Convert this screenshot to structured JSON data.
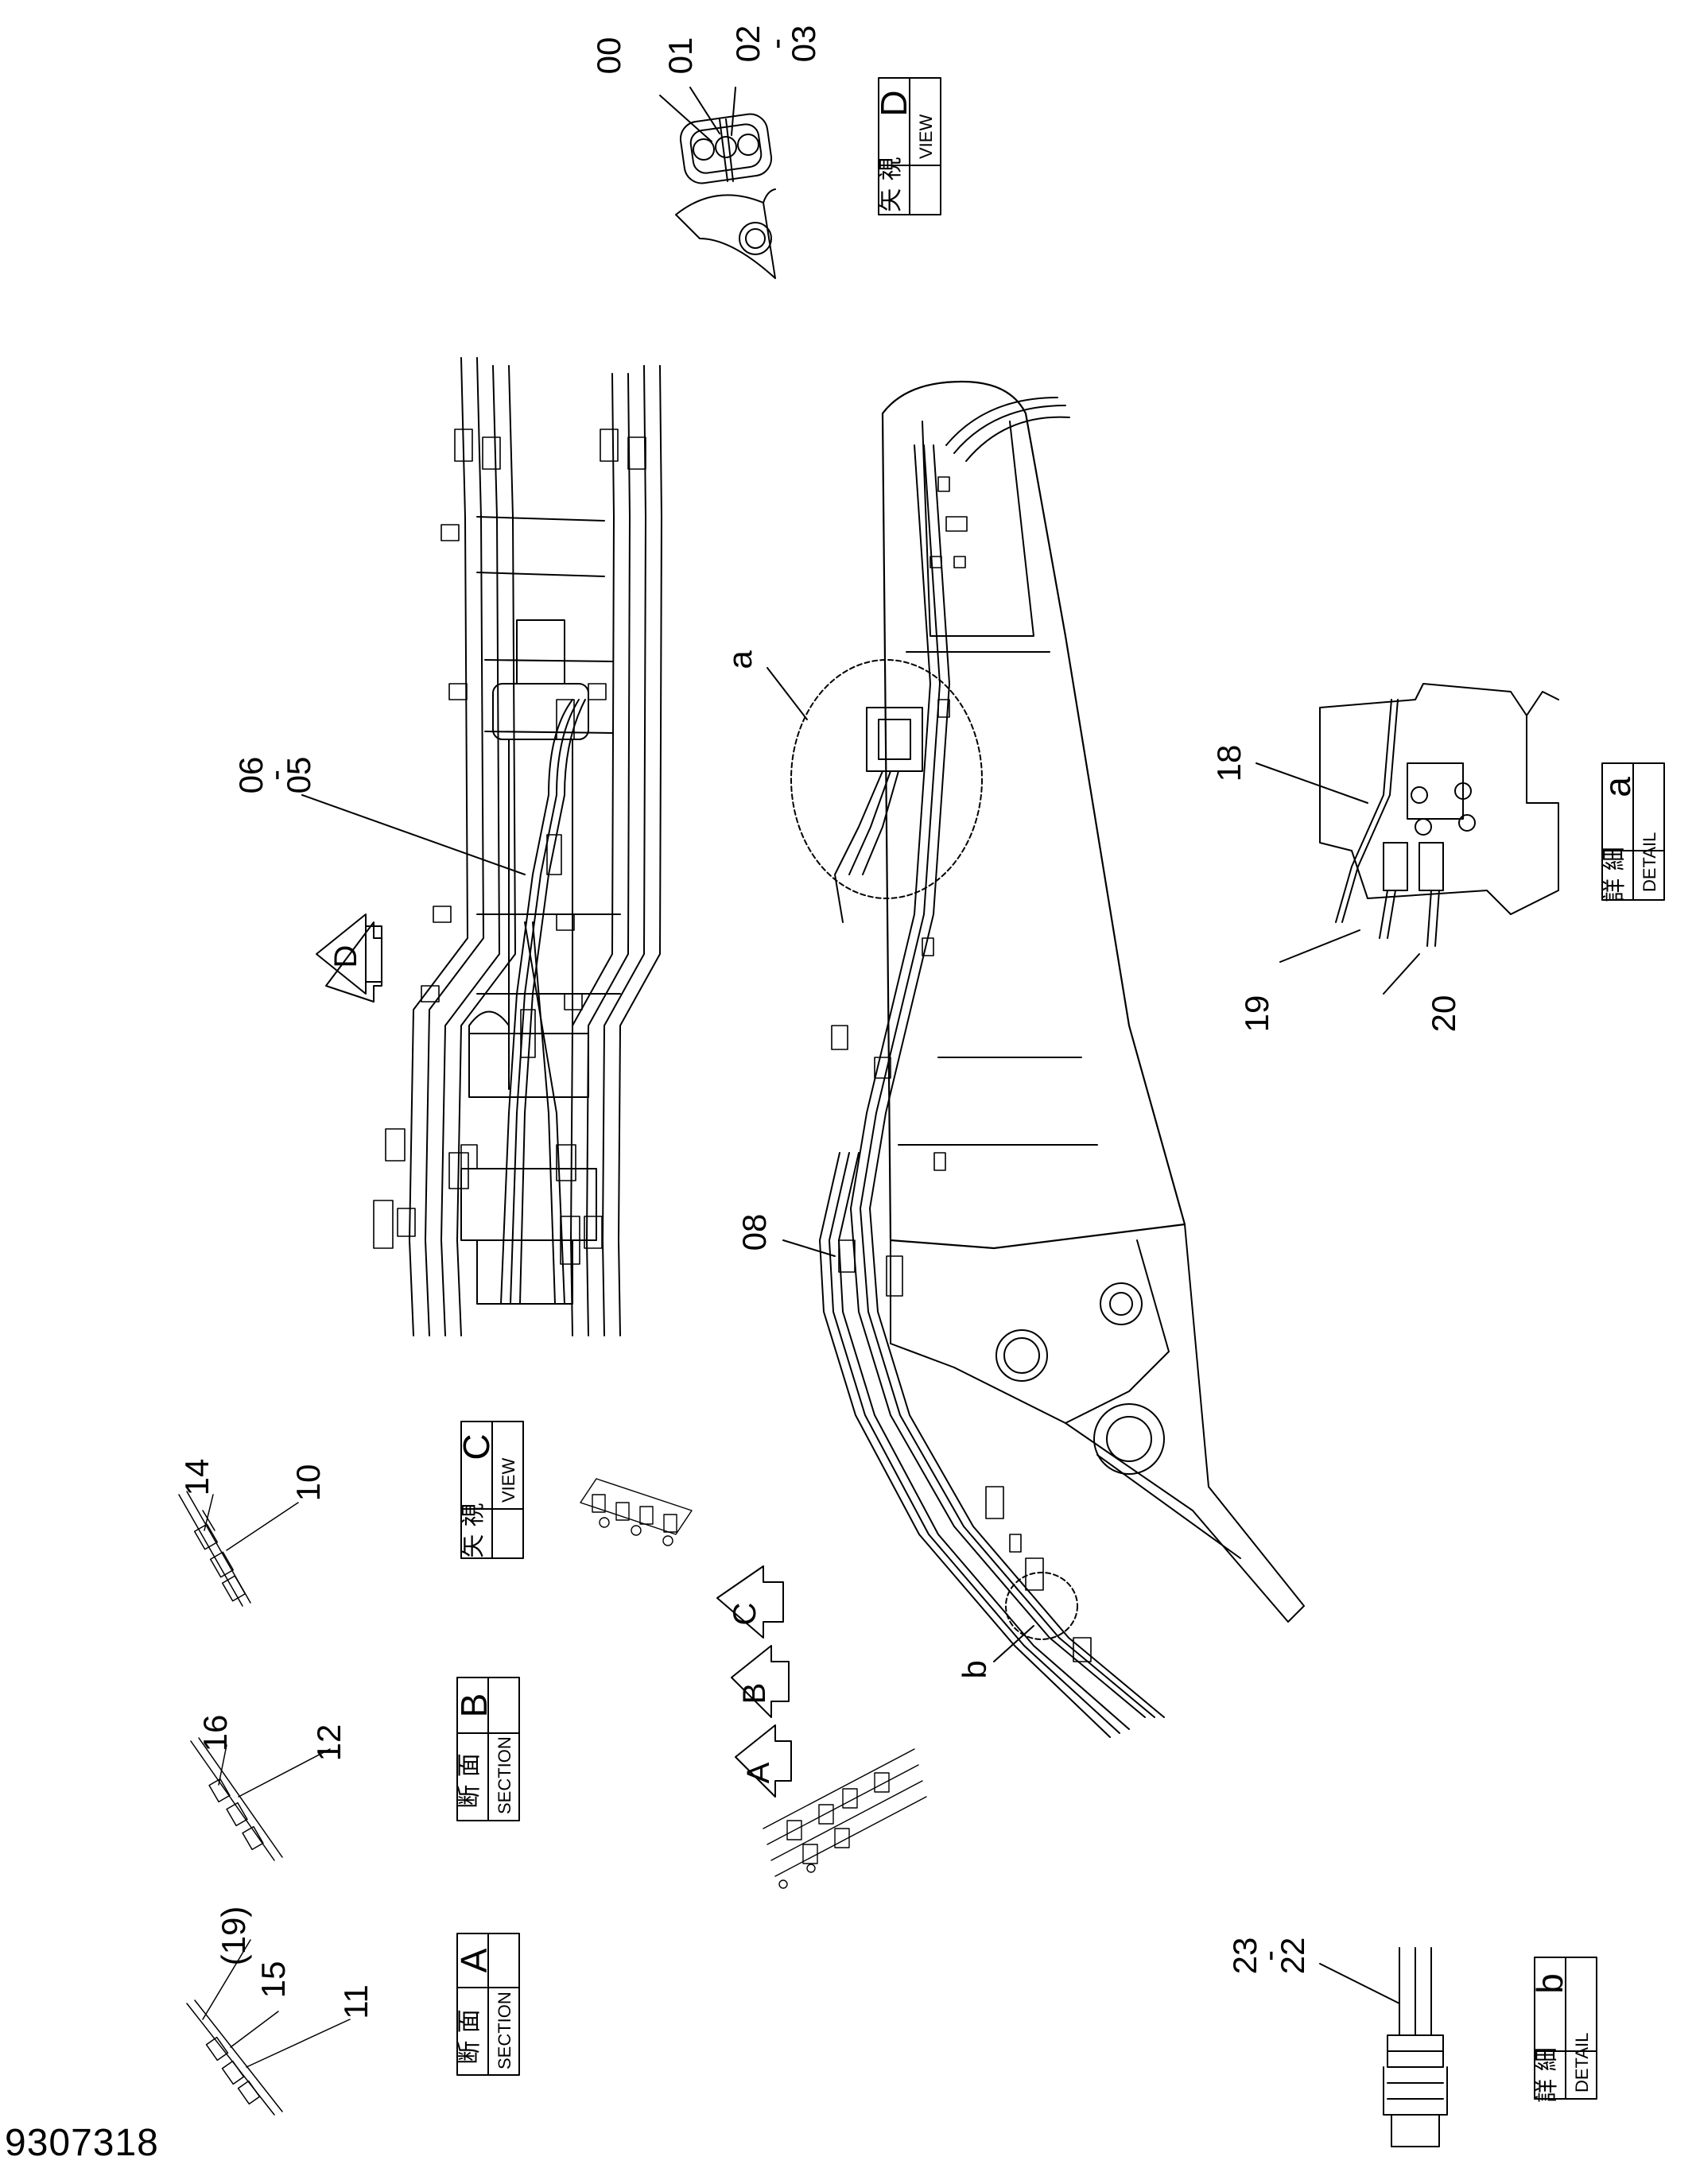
{
  "document": {
    "number": "9307318"
  },
  "callouts": {
    "c00": "00",
    "c01": "01",
    "c02": "02",
    "c03": "03",
    "c05": "05",
    "c06": "06",
    "c08": "08",
    "c10": "10",
    "c11": "11",
    "c12": "12",
    "c14": "14",
    "c15": "15",
    "c16": "16",
    "c18": "18",
    "c19": "19",
    "c19p": "(19)",
    "c20": "20",
    "c22": "22",
    "c23": "23",
    "dash": "-",
    "detail_a": "a",
    "detail_b": "b"
  },
  "view_arrows": {
    "A": "A",
    "B": "B",
    "C": "C",
    "D": "D"
  },
  "tags": {
    "view_d": {
      "jp": "矢 視",
      "en": "VIEW",
      "letter": "D"
    },
    "view_c": {
      "jp": "矢 視",
      "en": "VIEW",
      "letter": "C"
    },
    "detail_a": {
      "jp": "詳 細",
      "en": "DETAIL",
      "letter": "a"
    },
    "detail_b": {
      "jp": "詳 細",
      "en": "DETAIL",
      "letter": "b"
    },
    "section_b": {
      "jp": "断 面",
      "en": "SECTION",
      "letter": "B"
    },
    "section_a": {
      "jp": "断 面",
      "en": "SECTION",
      "letter": "A"
    }
  }
}
